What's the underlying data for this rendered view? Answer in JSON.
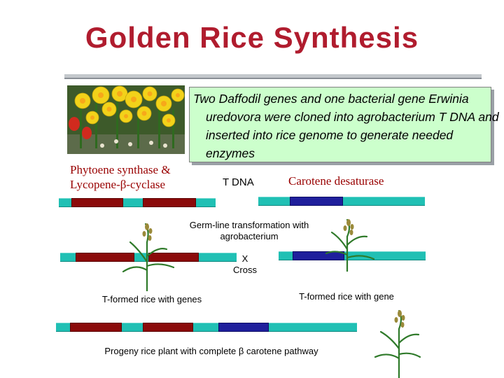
{
  "title": "Golden Rice Synthesis",
  "info_box": {
    "text": "Two Daffodil genes and one bacterial gene Erwinia uredovora were cloned into agrobacterium T DNA and inserted into rice genome to generate needed enzymes"
  },
  "labels": {
    "daffodil_genes": "Phytoene synthase & Lycopene-β-cyclase",
    "t_dna": "T DNA",
    "carotene_desaturase": "Carotene desaturase",
    "germline": "Germ-line transformation with agrobacterium",
    "cross_symbol": "X",
    "cross": "Cross",
    "t_formed_genes": "T-formed rice with genes",
    "t_formed_gene": "T-formed rice with gene",
    "progeny": "Progeny rice plant with complete β carotene pathway"
  },
  "colors": {
    "title": "#b01c2e",
    "dna_strand": "#20c0b4",
    "daffodil_gene": "#8b0a0a",
    "bacterial_gene": "#1f1f9c",
    "info_box_bg": "#ccffcc",
    "label_red": "#990000"
  }
}
